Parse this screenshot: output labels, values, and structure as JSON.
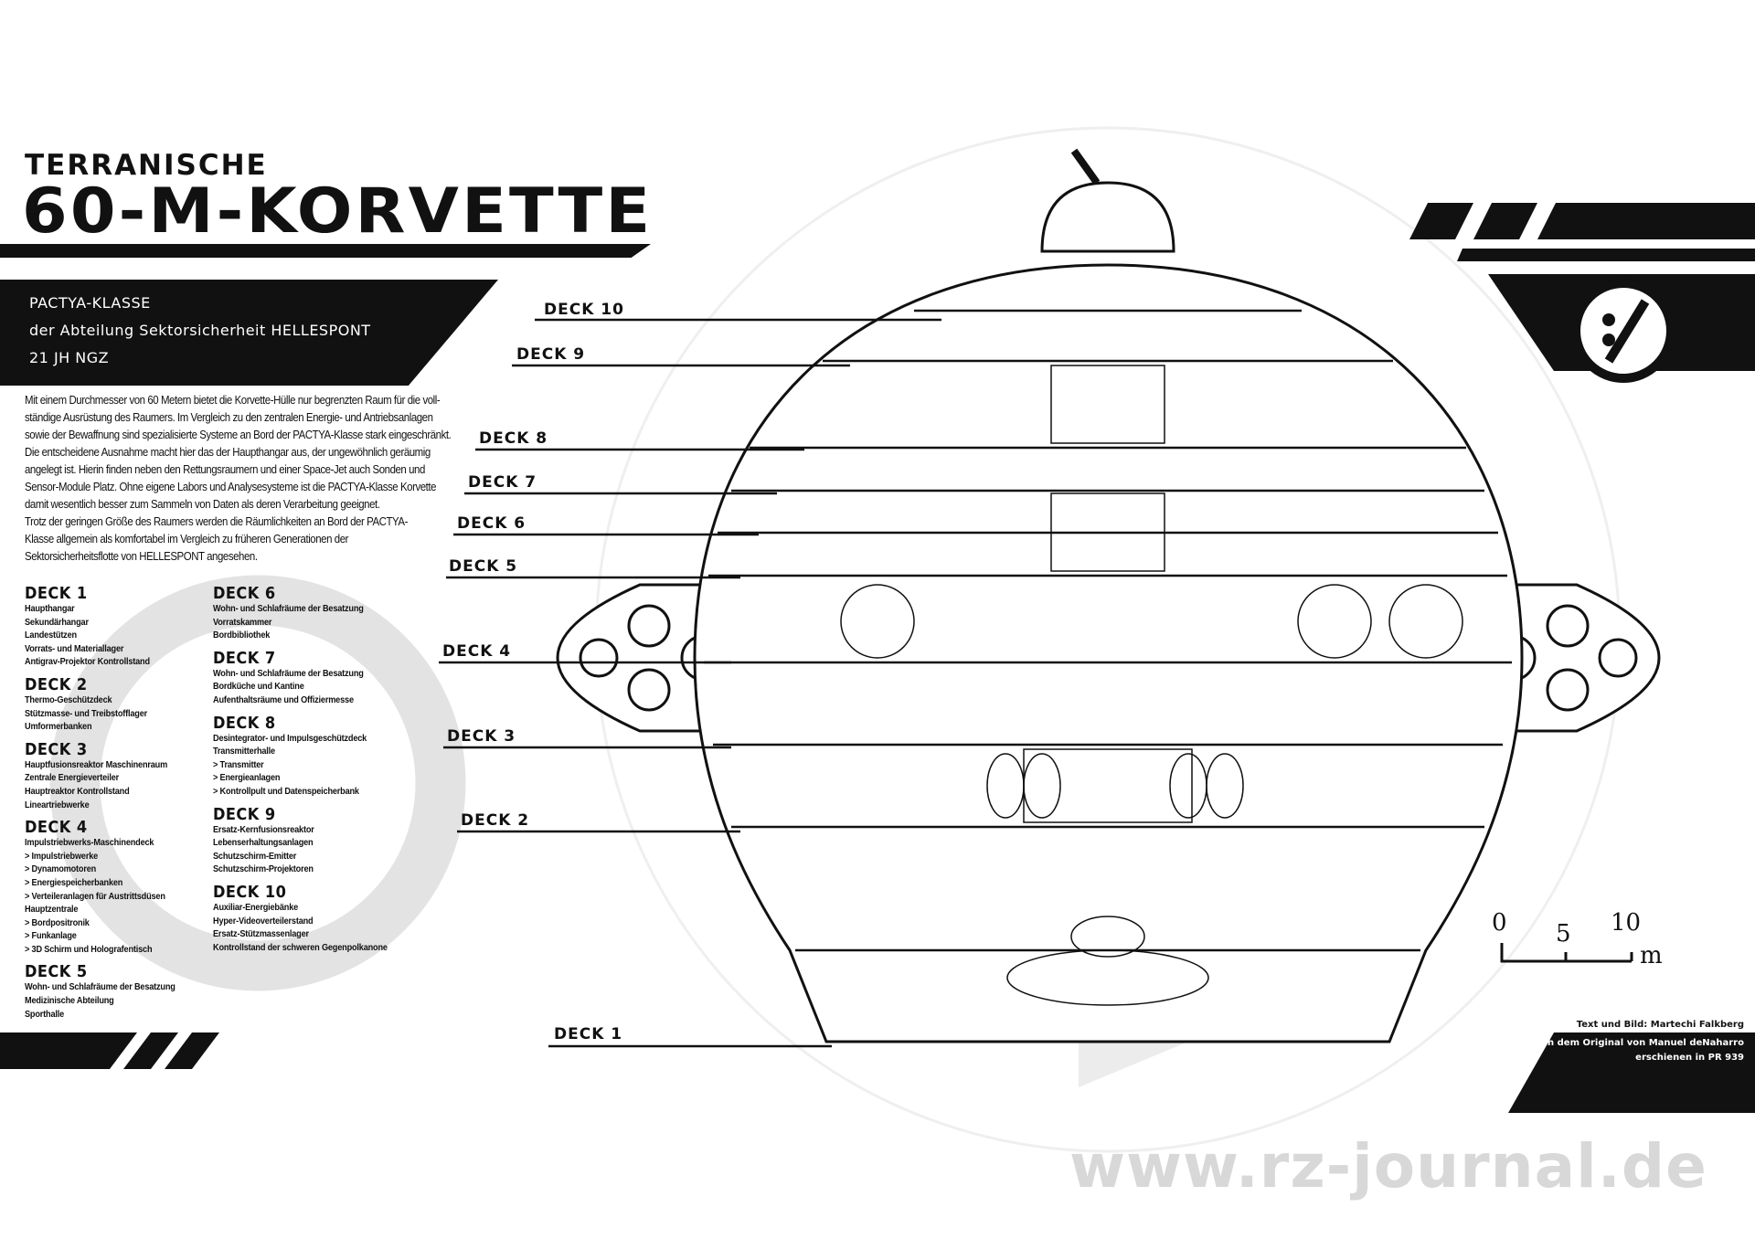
{
  "title": {
    "line1": "TERRANISCHE",
    "line2": "60-M-KORVETTE"
  },
  "subtitle": {
    "line1": "PACTYA-KLASSE",
    "line2": "der Abteilung Sektorsicherheit HELLESPONT",
    "line3": "21 JH NGZ"
  },
  "intro_lines": [
    "Mit einem Durchmesser von 60 Metern bietet die Korvette-Hülle nur begrenzten Raum für die voll-",
    "ständige Ausrüstung des Raumers. Im Vergleich zu den zentralen Energie- und Antriebsanlagen",
    "sowie der Bewaffnung sind spezialisierte Systeme an Bord der PACTYA-Klasse stark eingeschränkt.",
    "Die entscheidene Ausnahme macht hier das der Haupthangar aus, der ungewöhnlich geräumig",
    " angelegt ist. Hierin finden neben den Rettungsraumern und einer Space-Jet auch Sonden und",
    " Sensor-Module Platz. Ohne eigene Labors und Analysesysteme ist die PACTYA-Klasse Korvette",
    "damit wesentlich besser zum Sammeln von Daten als deren Verarbeitung geeignet.",
    "Trotz der geringen Größe des Raumers werden die Räumlichkeiten an Bord der PACTYA-",
    "Klasse allgemein als komfortabel im Vergleich zu früheren Generationen der",
    "Sektorsicherheitsflotte von HELLESPONT angesehen."
  ],
  "decks": [
    {
      "name": "DECK 1",
      "items": [
        "Haupthangar",
        "Sekundärhangar",
        "Landestützen",
        "Vorrats- und Materiallager",
        "Antigrav-Projektor Kontrollstand"
      ]
    },
    {
      "name": "DECK 2",
      "items": [
        "Thermo-Geschützdeck",
        "Stützmasse- und Treibstofflager",
        "Umformerbanken"
      ]
    },
    {
      "name": "DECK 3",
      "items": [
        "Hauptfusionsreaktor Maschinenraum",
        "Zentrale Energieverteiler",
        "Hauptreaktor Kontrollstand",
        "Lineartriebwerke"
      ]
    },
    {
      "name": "DECK 4",
      "items": [
        "Impulstriebwerks-Maschinendeck",
        "> Impulstriebwerke",
        "> Dynamomotoren",
        "> Energiespeicherbanken",
        "> Verteileranlagen für Austrittsdüsen",
        "Hauptzentrale",
        "> Bordpositronik",
        "> Funkanlage",
        "> 3D Schirm und Holografentisch"
      ]
    },
    {
      "name": "DECK 5",
      "items": [
        "Wohn- und Schlafräume der Besatzung",
        "Medizinische Abteilung",
        "Sporthalle"
      ]
    },
    {
      "name": "DECK 6",
      "items": [
        "Wohn- und Schlafräume der Besatzung",
        "Vorratskammer",
        "Bordbibliothek"
      ]
    },
    {
      "name": "DECK 7",
      "items": [
        "Wohn- und Schlafräume der Besatzung",
        "Bordküche und Kantine",
        "Aufenthaltsräume und Offiziermesse"
      ]
    },
    {
      "name": "DECK 8",
      "items": [
        "Desintegrator- und Impulsgeschützdeck",
        "Transmitterhalle",
        "> Transmitter",
        "> Energieanlagen",
        "> Kontrollpult und Datenspeicherbank"
      ]
    },
    {
      "name": "DECK 9",
      "items": [
        "Ersatz-Kernfusionsreaktor",
        "Lebenserhaltungsanlagen",
        "Schutzschirm-Emitter",
        "Schutzschirm-Projektoren"
      ]
    },
    {
      "name": "DECK 10",
      "items": [
        "Auxiliar-Energiebänke",
        "Hyper-Videoverteilerstand",
        "Ersatz-Stützmassenlager",
        "Kontrollstand der schweren Gegenpolkanone"
      ]
    }
  ],
  "diagram_labels": [
    "DECK 10",
    "DECK 9",
    "DECK 8",
    "DECK 7",
    "DECK 6",
    "DECK 5",
    "DECK 4",
    "DECK 3",
    "DECK 2",
    "DECK 1"
  ],
  "scale_bar": {
    "ticks": [
      "0",
      "5",
      "10"
    ],
    "unit": "m"
  },
  "credits": {
    "line1": "Text und Bild: Martechi Falkberg",
    "line2": "Nach dem Original von Manuel deNaharro",
    "line3": "erschienen in PR 939"
  },
  "watermark": "www.rz-journal.de"
}
